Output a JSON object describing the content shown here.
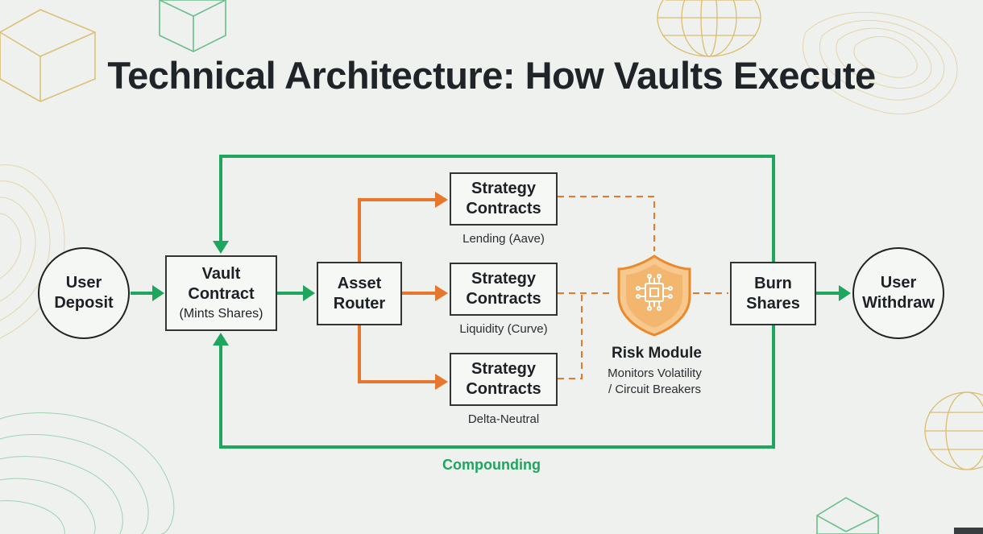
{
  "title": "Technical Architecture: How Vaults Execute",
  "nodes": {
    "user_deposit": [
      "User",
      "Deposit"
    ],
    "vault_contract": {
      "title": [
        "Vault",
        "Contract"
      ],
      "subtitle": "(Mints Shares)"
    },
    "asset_router": [
      "Asset",
      "Router"
    ],
    "strategies": [
      {
        "title": [
          "Strategy",
          "Contracts"
        ],
        "caption": "Lending (Aave)"
      },
      {
        "title": [
          "Strategy",
          "Contracts"
        ],
        "caption": "Liquidity (Curve)"
      },
      {
        "title": [
          "Strategy",
          "Contracts"
        ],
        "caption": "Delta-Neutral"
      }
    ],
    "risk_module": {
      "title": "Risk Module",
      "desc_line1": "Monitors Volatility",
      "desc_line2": "/ Circuit Breakers"
    },
    "burn_shares": [
      "Burn",
      "Shares"
    ],
    "user_withdraw": [
      "User",
      "Withdraw"
    ]
  },
  "loop_label": "Compounding",
  "colors": {
    "green_flow": "#1ea55e",
    "orange_flow": "#e8772e",
    "shield": "#ea8a2c",
    "decor_gold": "#d9b45a",
    "decor_green": "#3fae6a"
  }
}
